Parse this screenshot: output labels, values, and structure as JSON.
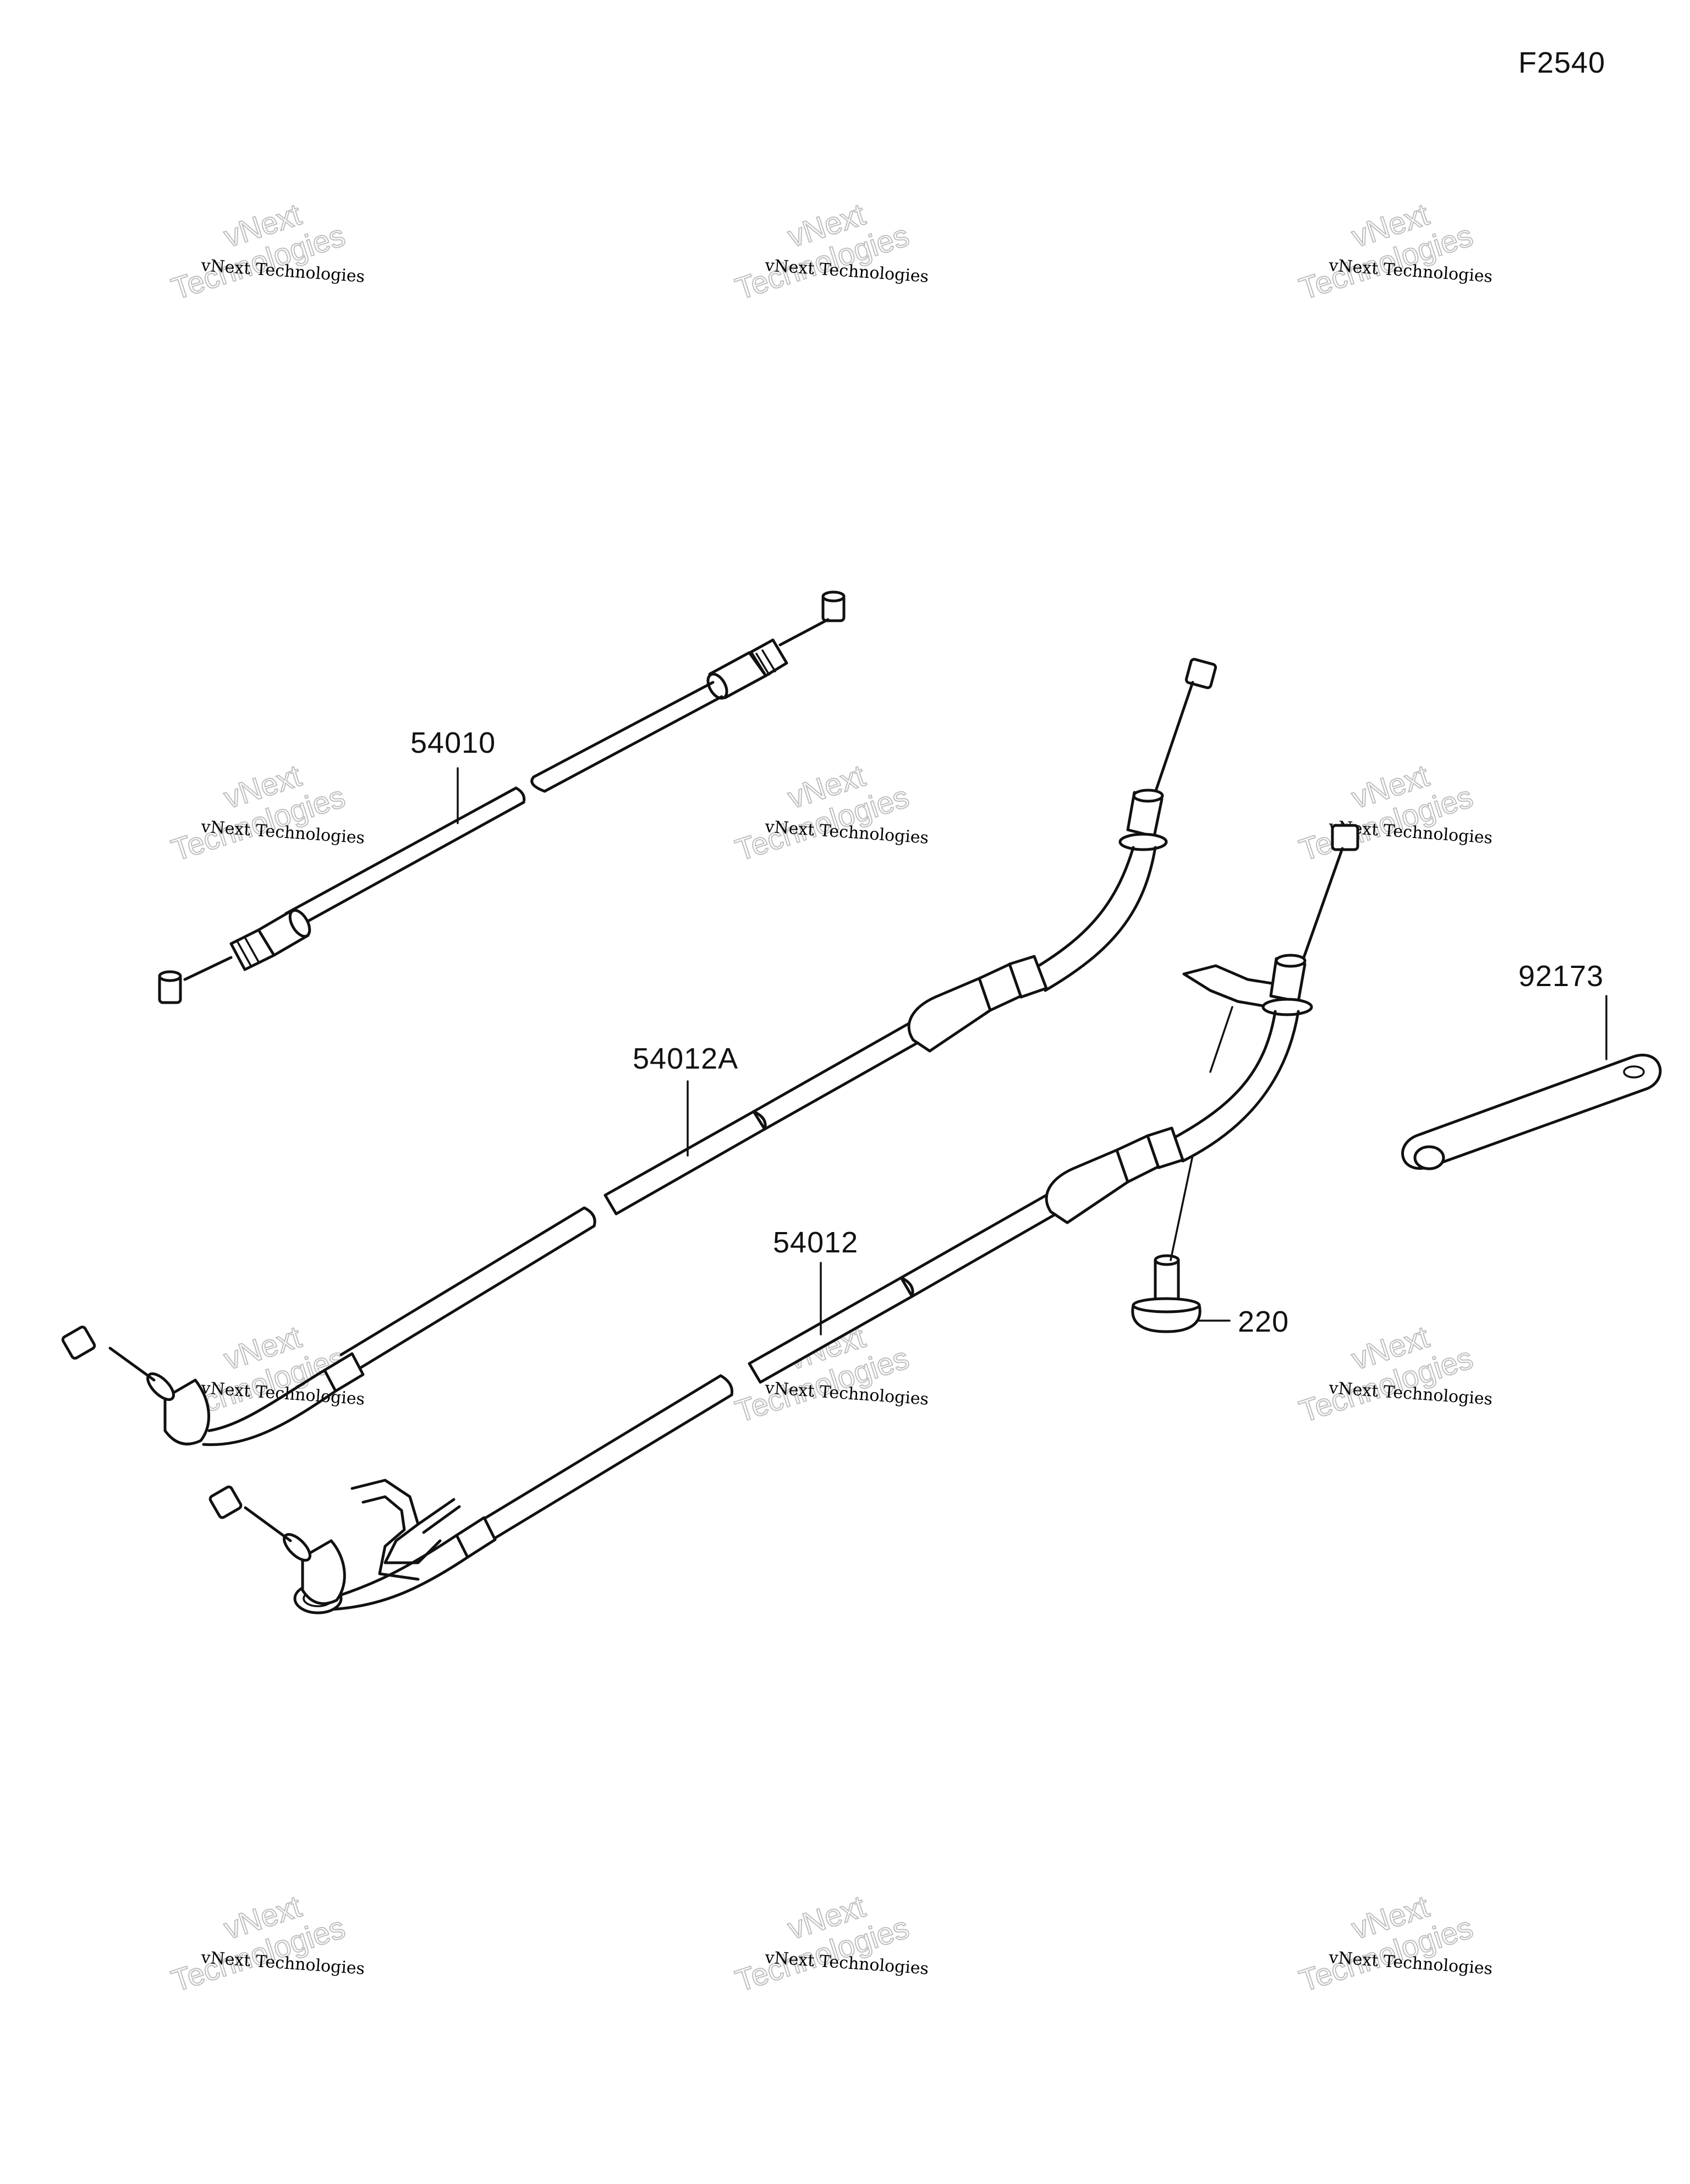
{
  "diagram_code": "F2540",
  "callouts": [
    {
      "id": "54010",
      "text": "54010"
    },
    {
      "id": "54012A",
      "text": "54012A"
    },
    {
      "id": "54012",
      "text": "54012"
    },
    {
      "id": "92173",
      "text": "92173"
    },
    {
      "id": "220",
      "text": "220"
    }
  ],
  "watermark": {
    "line1": "vNext Technologies",
    "line2a": "vNext",
    "line2b": "Technologies"
  }
}
